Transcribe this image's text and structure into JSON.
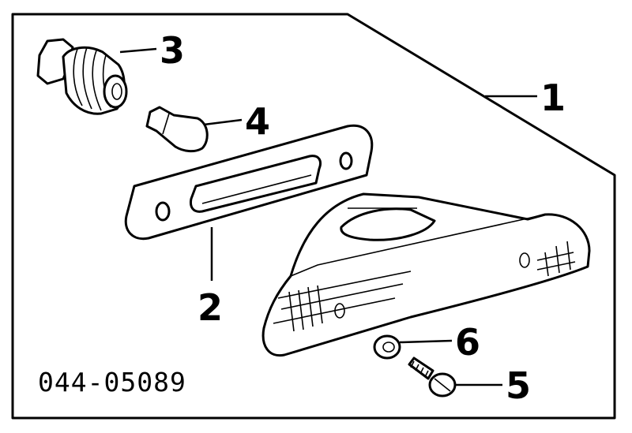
{
  "callouts": [
    {
      "id": "1",
      "label": "1"
    },
    {
      "id": "2",
      "label": "2"
    },
    {
      "id": "3",
      "label": "3"
    },
    {
      "id": "4",
      "label": "4"
    },
    {
      "id": "5",
      "label": "5"
    },
    {
      "id": "6",
      "label": "6"
    }
  ],
  "part_number": "044-05089",
  "colors": {
    "line": "#000000",
    "background": "#ffffff"
  }
}
